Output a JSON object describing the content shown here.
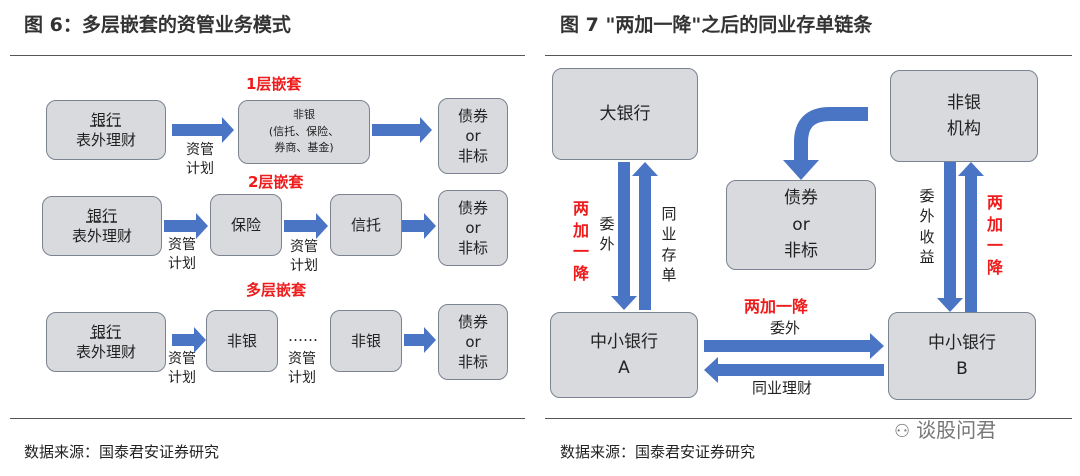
{
  "fig6": {
    "title": "图 6：多层嵌套的资管业务模式",
    "rows": [
      {
        "nest_label": "1层嵌套",
        "bank": {
          "line1": "银行",
          "line2": "表外理财"
        },
        "channel_label": "资管\n计划",
        "nonbank": {
          "title": "非银",
          "detail1": "(信托、保险、",
          "detail2": "券商、基金)"
        },
        "target": "债券\nor\n非标"
      },
      {
        "nest_label": "2层嵌套",
        "bank": {
          "line1": "银行",
          "line2": "表外理财"
        },
        "channel_label_1": "资管\n计划",
        "middle": "保险",
        "channel_label_2": "资管\n计划",
        "trust": "信托",
        "target": "债券\nor\n非标"
      },
      {
        "nest_label": "多层嵌套",
        "bank": {
          "line1": "银行",
          "line2": "表外理财"
        },
        "channel_label_1": "资管\n计划",
        "nonbank_1": "非银",
        "ellipsis": "……",
        "channel_label_2": "资管\n计划",
        "nonbank_2": "非银",
        "target": "债券\nor\n非标"
      }
    ],
    "source": "数据来源：国泰君安证券研究"
  },
  "fig7": {
    "title": "图 7 \"两加一降\"之后的同业存单链条",
    "big_bank": "大银行",
    "nonbank": "非银\n机构",
    "target": "债券\nor\n非标",
    "bank_a": "中小银行\nA",
    "bank_b": "中小银行\nB",
    "label_weiwai_left": "委外",
    "label_tongye_cundan": "同业存单",
    "label_weiwai_shouyi": "委外收益",
    "label_lianjia_left": "两加一降",
    "label_lianjia_right": "两加一降",
    "label_lianjia_mid": "两加一降",
    "label_weiwai_mid": "委外",
    "label_tongye_licai": "同业理财",
    "source": "数据来源：国泰君安证券研究"
  },
  "watermark": "谈股问君",
  "colors": {
    "arrow": "#4a74c4",
    "box_fill": "#d8dade",
    "box_border": "#7b8290",
    "red": "#ee1c1c"
  }
}
